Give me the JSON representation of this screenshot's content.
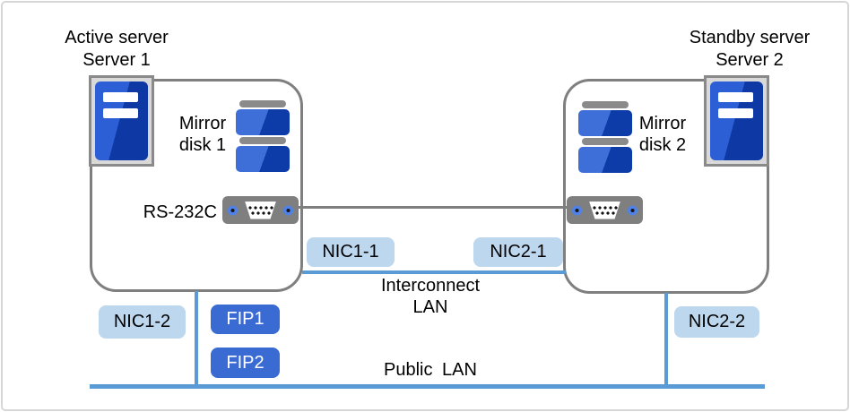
{
  "left": {
    "header_line1": "Active server",
    "header_line2": "Server 1",
    "mirror_line1": "Mirror",
    "mirror_line2": "disk 1",
    "rs232c": "RS-232C",
    "nic_interconnect": "NIC1-1",
    "nic_public": "NIC1-2"
  },
  "right": {
    "header_line1": "Standby server",
    "header_line2": "Server 2",
    "mirror_line1": "Mirror",
    "mirror_line2": "disk 2",
    "nic_interconnect": "NIC2-1",
    "nic_public": "NIC2-2"
  },
  "fips": {
    "fip1": "FIP1",
    "fip2": "FIP2"
  },
  "networks": {
    "interconnect_line1": "Interconnect",
    "interconnect_line2": "LAN",
    "public": "Public LAN"
  },
  "colors": {
    "chip_light_blue": "#bdd7ee",
    "chip_dark_blue": "#3a6bd3",
    "lan_line_blue": "#5b9bd5",
    "box_border_gray": "#7f7f7f",
    "disk_blue_light": "#3e6ed8",
    "disk_blue_dark": "#0d3ba8"
  }
}
